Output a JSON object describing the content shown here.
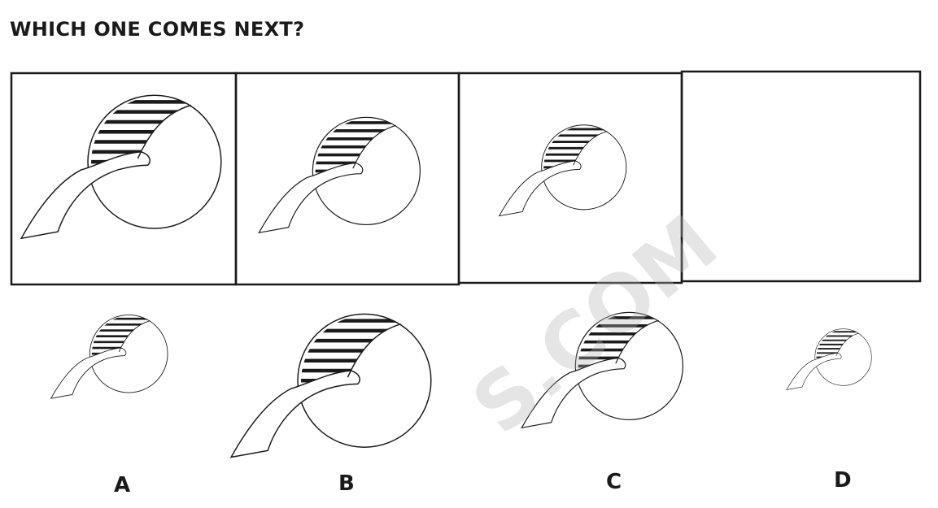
{
  "title": "WHICH ONE COMES NEXT?",
  "options": [
    {
      "label": "A"
    },
    {
      "label": "B"
    },
    {
      "label": "C"
    },
    {
      "label": "D"
    }
  ],
  "watermark": "S.COM",
  "colors": {
    "ink": "#1a1a1a",
    "background": "#ffffff",
    "watermark": "#b4b4b4"
  }
}
